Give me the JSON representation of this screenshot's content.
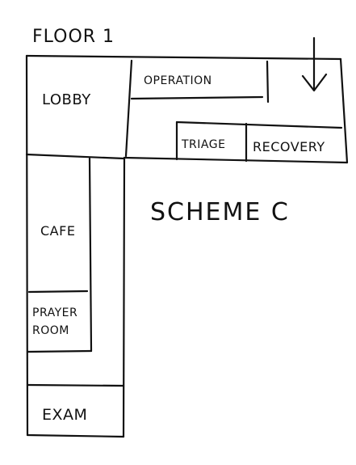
{
  "drawing": {
    "floor_title": "FLOOR 1",
    "scheme_title": "SCHEME C",
    "rooms": {
      "lobby": "LOBBY",
      "operation": "OPERATION",
      "triage": "TRIAGE",
      "recovery": "RECOVERY",
      "cafe": "CAFE",
      "prayer_room_line1": "PRAYER",
      "prayer_room_line2": "ROOM",
      "exam": "EXAM"
    },
    "ink_color": "#111111",
    "background_color": "#ffffff",
    "icons": [
      "down-arrow-icon"
    ]
  }
}
